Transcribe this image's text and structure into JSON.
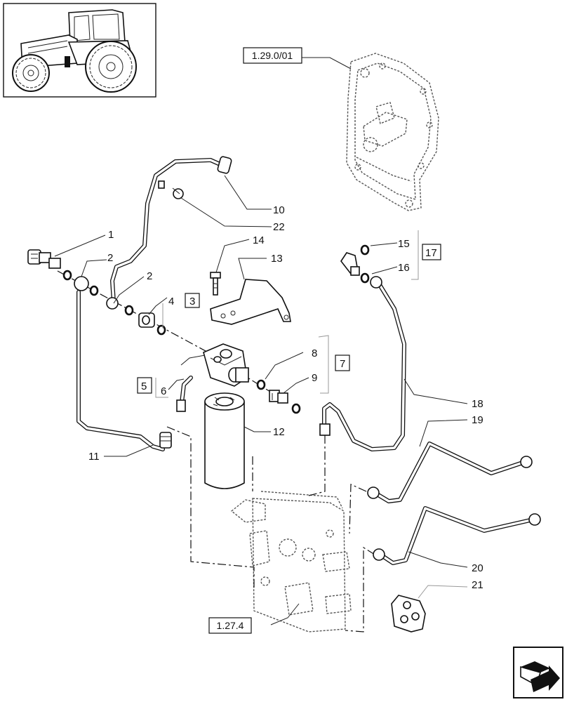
{
  "callouts": {
    "n1": "1",
    "n2a": "2",
    "n2b": "2",
    "n3": "3",
    "n4": "4",
    "n5": "5",
    "n6": "6",
    "n7": "7",
    "n8": "8",
    "n9": "9",
    "n10": "10",
    "n11": "11",
    "n12": "12",
    "n13": "13",
    "n14": "14",
    "n15": "15",
    "n16": "16",
    "n17": "17",
    "n18": "18",
    "n19": "19",
    "n20": "20",
    "n21": "21",
    "n22": "22"
  },
  "references": {
    "top_ref": "1.29.0/01",
    "bottom_ref": "1.27.4"
  },
  "icons": {
    "thumbnail": "tractor-thumbnail",
    "nav": "next-page-arrow-icon"
  }
}
